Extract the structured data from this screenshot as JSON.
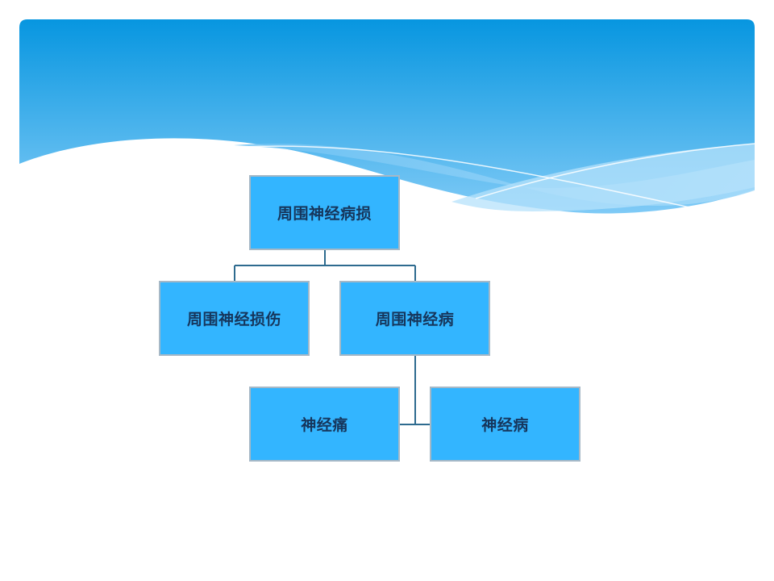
{
  "diagram": {
    "root": {
      "label": "周围神经病损"
    },
    "children": [
      {
        "label": "周围神经损伤"
      },
      {
        "label": "周围神经病",
        "children": [
          {
            "label": "神经痛"
          },
          {
            "label": "神经病"
          }
        ]
      }
    ]
  },
  "colors": {
    "node_fill": "#33b5ff",
    "node_border": "#a6b8c6",
    "node_text": "#16365c",
    "connector": "#2e6b8f",
    "header_top": "#0796e0",
    "header_bottom": "#8fd0f7"
  }
}
